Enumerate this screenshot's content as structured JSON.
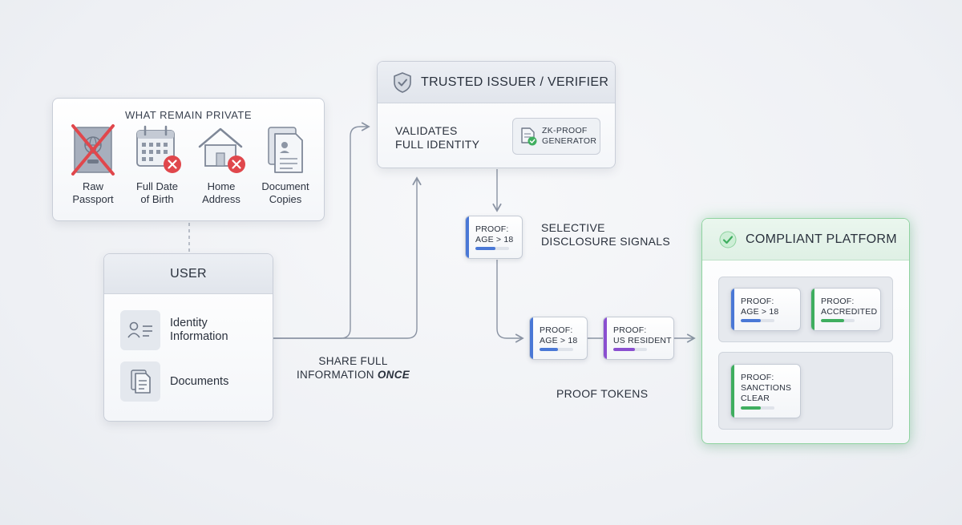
{
  "private_box": {
    "title": "WHAT REMAIN PRIVATE",
    "items": [
      {
        "icon": "crossed-passport-icon",
        "line1": "Raw",
        "line2": "Passport"
      },
      {
        "icon": "calendar-icon",
        "line1": "Full Date",
        "line2": "of Birth"
      },
      {
        "icon": "home-icon",
        "line1": "Home",
        "line2": "Address"
      },
      {
        "icon": "document-copies-icon",
        "line1": "Document",
        "line2": "Copies"
      }
    ]
  },
  "user": {
    "title": "USER",
    "rows": [
      {
        "icon": "id-card-icon",
        "line1": "Identity",
        "line2": "Information"
      },
      {
        "icon": "documents-icon",
        "line1": "Documents",
        "line2": ""
      }
    ]
  },
  "share_label": {
    "line1": "SHARE FULL",
    "line2_prefix": "INFORMATION ",
    "line2_emph": "ONCE"
  },
  "issuer": {
    "title": "TRUSTED ISSUER / VERIFIER",
    "validates": {
      "line1": "VALIDATES",
      "line2": "FULL IDENTITY"
    },
    "zk": {
      "line1": "ZK-PROOF",
      "line2": "GENERATOR"
    }
  },
  "selective_label": {
    "line1": "SELECTIVE",
    "line2": "DISCLOSURE SIGNALS"
  },
  "proof_tokens_label": "PROOF TOKENS",
  "tokens": {
    "signal": {
      "line1": "PROOF:",
      "line2": "AGE > 18",
      "line3": ""
    },
    "age": {
      "line1": "PROOF:",
      "line2": "AGE > 18",
      "line3": ""
    },
    "resident": {
      "line1": "PROOF:",
      "line2": "US RESIDENT",
      "line3": ""
    },
    "platform_age": {
      "line1": "PROOF:",
      "line2": "AGE > 18",
      "line3": ""
    },
    "accredited": {
      "line1": "PROOF:",
      "line2": "ACCREDITED",
      "line3": ""
    },
    "sanctions": {
      "line1": "PROOF:",
      "line2": "SANCTIONS",
      "line3": "CLEAR"
    }
  },
  "platform": {
    "title": "COMPLIANT PLATFORM"
  },
  "colors": {
    "blue": "#4a78d6",
    "purple": "#8a4fd0",
    "green": "#3fae5f",
    "red": "#e0474c",
    "line": "#8a93a3"
  }
}
